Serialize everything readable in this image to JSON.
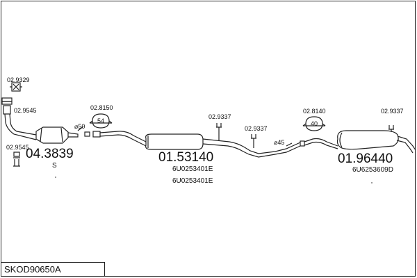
{
  "diagram": {
    "title": "SKOD90650A",
    "part_numbers": {
      "clamp_top_left": "02.9329",
      "gasket_left": "02.9545",
      "bracket_left": "02.9545",
      "mount_ring_1": "02.8150",
      "hanger_1": "02.9337",
      "hanger_2": "02.9337",
      "mount_ring_2": "02.8140",
      "hanger_3": "02.9337"
    },
    "main_parts": {
      "front_pipe": "04.3839",
      "front_pipe_suffix": "S",
      "middle_silencer": "01.53140",
      "middle_silencer_oe_1": "6U0253401E",
      "middle_silencer_oe_2": "6U0253401E",
      "rear_silencer": "01.96440",
      "rear_silencer_oe": "6U6253609D"
    },
    "dimensions": {
      "diameter_1": "⌀50",
      "diameter_2": "⌀45"
    },
    "ring_labels": {
      "ring_1": "54",
      "ring_2": "40"
    },
    "colors": {
      "line": "#222222",
      "background": "#ffffff"
    }
  }
}
